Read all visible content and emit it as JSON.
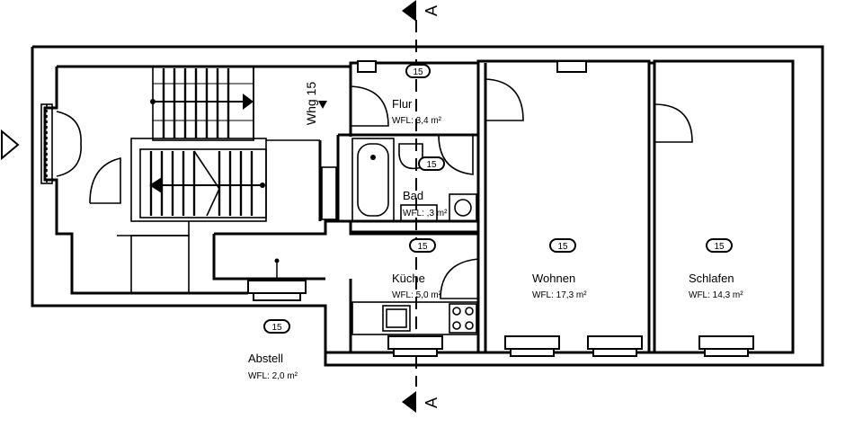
{
  "section": {
    "label": "A"
  },
  "apartment": {
    "label": "Whg 15"
  },
  "rooms": [
    {
      "name": "Flur",
      "area": "WFL: 3,4 m²",
      "tag": "15"
    },
    {
      "name": "Bad",
      "area": "WFL: ,3 m²",
      "tag": "15"
    },
    {
      "name": "Küche",
      "area": "WFL: 5,0 m²",
      "tag": "15"
    },
    {
      "name": "Wohnen",
      "area": "WFL: 17,3 m²",
      "tag": "15"
    },
    {
      "name": "Schlafen",
      "area": "WFL: 14,3 m²",
      "tag": "15"
    },
    {
      "name": "Abstell",
      "area": "WFL: 2,0 m²",
      "tag": "15"
    }
  ],
  "colors": {
    "line": "#000000",
    "background": "#ffffff"
  }
}
